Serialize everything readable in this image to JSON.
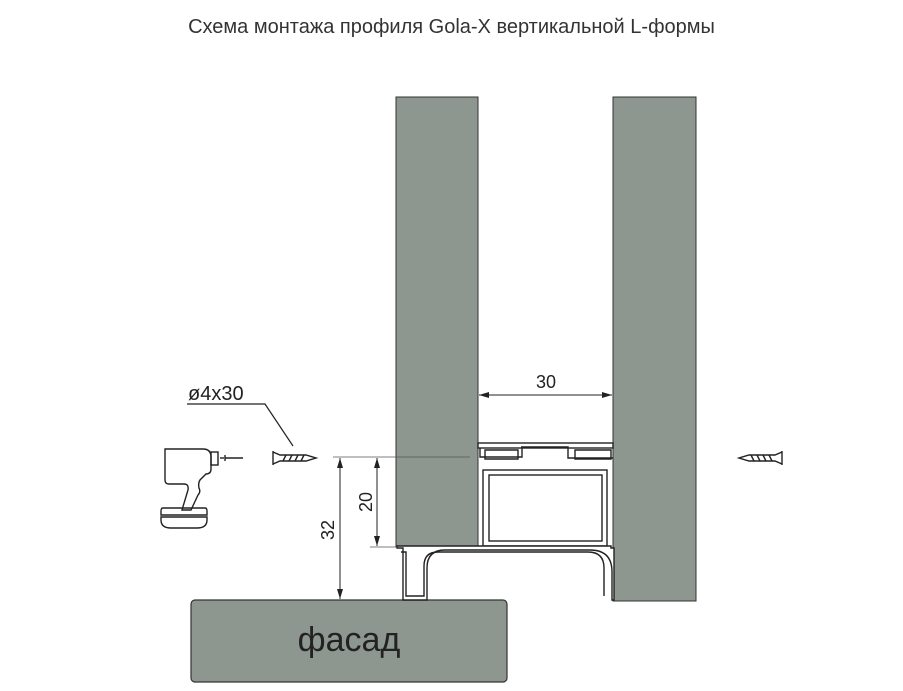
{
  "title": "Схема монтажа профиля Gola-X вертикальной L-формы",
  "labels": {
    "facade": "фасад",
    "screw_spec": "ø4x30",
    "dim_width": "30",
    "dim_20": "20",
    "dim_32": "32"
  },
  "colors": {
    "panel": "#8e9690",
    "stroke": "#222222"
  }
}
